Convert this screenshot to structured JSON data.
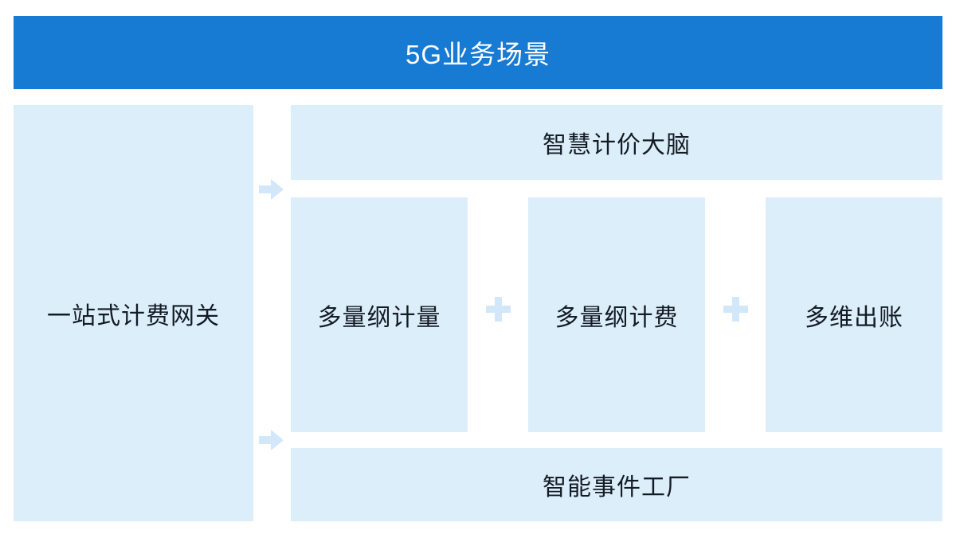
{
  "title": "5G业务场景",
  "colors": {
    "background": "#ffffff",
    "header_bg": "#177ad3",
    "header_text": "#ffffff",
    "box_bg": "#ddeefb",
    "box_text": "#131c25",
    "connector": "#d2e7fa"
  },
  "diagram": {
    "header": {
      "label": "5G业务场景"
    },
    "left_panel": {
      "label": "一站式计费网关"
    },
    "right_panel": {
      "top_bar": {
        "label": "智慧计价大脑"
      },
      "middle_row": {
        "boxes": [
          {
            "label": "多量纲计量"
          },
          {
            "label": "多量纲计费"
          },
          {
            "label": "多维出账"
          }
        ],
        "separator": "plus"
      },
      "bottom_bar": {
        "label": "智能事件工厂"
      }
    }
  }
}
